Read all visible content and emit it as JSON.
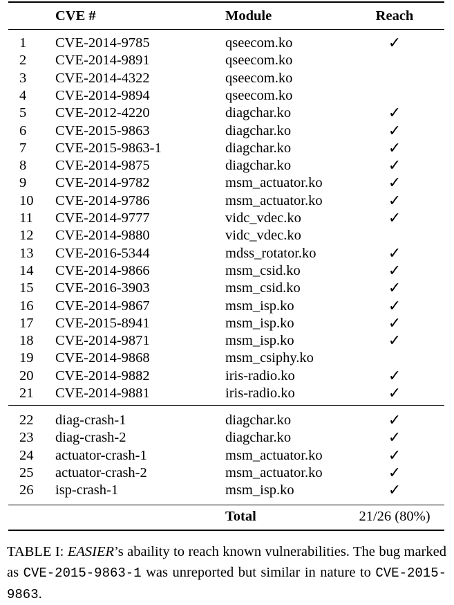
{
  "table": {
    "headers": {
      "num": "",
      "cve": "CVE #",
      "module": "Module",
      "reach": "Reach"
    },
    "check_symbol": "✓",
    "group1": [
      {
        "num": "1",
        "id": "CVE-2014-9785",
        "module": "qseecom.ko",
        "reach": true
      },
      {
        "num": "2",
        "id": "CVE-2014-9891",
        "module": "qseecom.ko",
        "reach": false
      },
      {
        "num": "3",
        "id": "CVE-2014-4322",
        "module": "qseecom.ko",
        "reach": false
      },
      {
        "num": "4",
        "id": "CVE-2014-9894",
        "module": "qseecom.ko",
        "reach": false
      },
      {
        "num": "5",
        "id": "CVE-2012-4220",
        "module": "diagchar.ko",
        "reach": true
      },
      {
        "num": "6",
        "id": "CVE-2015-9863",
        "module": "diagchar.ko",
        "reach": true
      },
      {
        "num": "7",
        "id": "CVE-2015-9863-1",
        "module": "diagchar.ko",
        "reach": true
      },
      {
        "num": "8",
        "id": "CVE-2014-9875",
        "module": "diagchar.ko",
        "reach": true
      },
      {
        "num": "9",
        "id": "CVE-2014-9782",
        "module": "msm_actuator.ko",
        "reach": true
      },
      {
        "num": "10",
        "id": "CVE-2014-9786",
        "module": "msm_actuator.ko",
        "reach": true
      },
      {
        "num": "11",
        "id": "CVE-2014-9777",
        "module": "vidc_vdec.ko",
        "reach": true
      },
      {
        "num": "12",
        "id": "CVE-2014-9880",
        "module": "vidc_vdec.ko",
        "reach": false
      },
      {
        "num": "13",
        "id": "CVE-2016-5344",
        "module": "mdss_rotator.ko",
        "reach": true
      },
      {
        "num": "14",
        "id": "CVE-2014-9866",
        "module": "msm_csid.ko",
        "reach": true
      },
      {
        "num": "15",
        "id": "CVE-2016-3903",
        "module": "msm_csid.ko",
        "reach": true
      },
      {
        "num": "16",
        "id": "CVE-2014-9867",
        "module": "msm_isp.ko",
        "reach": true
      },
      {
        "num": "17",
        "id": "CVE-2015-8941",
        "module": "msm_isp.ko",
        "reach": true
      },
      {
        "num": "18",
        "id": "CVE-2014-9871",
        "module": "msm_isp.ko",
        "reach": true
      },
      {
        "num": "19",
        "id": "CVE-2014-9868",
        "module": "msm_csiphy.ko",
        "reach": false
      },
      {
        "num": "20",
        "id": "CVE-2014-9882",
        "module": "iris-radio.ko",
        "reach": true
      },
      {
        "num": "21",
        "id": "CVE-2014-9881",
        "module": "iris-radio.ko",
        "reach": true
      }
    ],
    "group2": [
      {
        "num": "22",
        "id": "diag-crash-1",
        "module": "diagchar.ko",
        "reach": true
      },
      {
        "num": "23",
        "id": "diag-crash-2",
        "module": "diagchar.ko",
        "reach": true
      },
      {
        "num": "24",
        "id": "actuator-crash-1",
        "module": "msm_actuator.ko",
        "reach": true
      },
      {
        "num": "25",
        "id": "actuator-crash-2",
        "module": "msm_actuator.ko",
        "reach": true
      },
      {
        "num": "26",
        "id": "isp-crash-1",
        "module": "msm_isp.ko",
        "reach": true
      }
    ],
    "total": {
      "label": "Total",
      "value": "21/26 (80%)"
    }
  },
  "caption": {
    "prefix": "TABLE I: ",
    "tool": "EASIER",
    "text1": "’s abaility to reach known vulnerabilities. The bug marked as ",
    "code1": "CVE-2015-9863-1",
    "text2": " was unreported but similar in nature to ",
    "code2": "CVE-2015-9863",
    "text3": "."
  }
}
